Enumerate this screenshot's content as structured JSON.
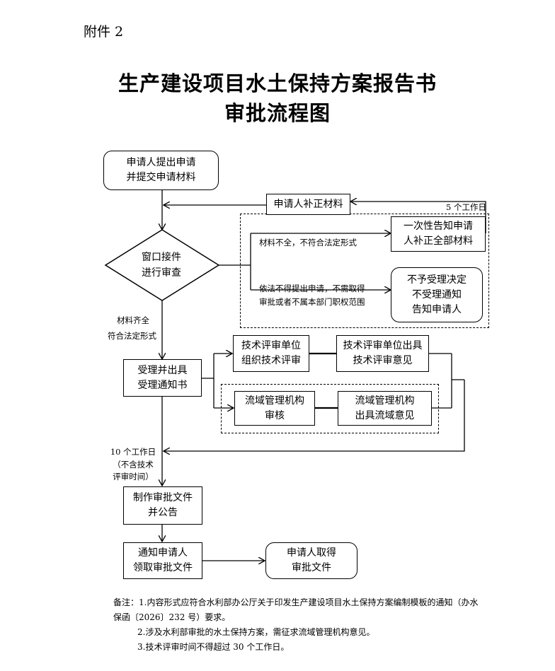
{
  "attachment": "附件 2",
  "title": {
    "line1": "生产建设项目水土保持方案报告书",
    "line2": "审批流程图"
  },
  "nodes": {
    "apply": [
      "申请人提出申请",
      "并提交申请材料"
    ],
    "supplement": "申请人补正材料",
    "window": [
      "窗口接件",
      "进行审查"
    ],
    "notify_once": [
      "一次性告知申请",
      "人补正全部材料"
    ],
    "reject": [
      "不予受理决定",
      "不受理通知",
      "告知申请人"
    ],
    "accept": [
      "受理并出具",
      "受理通知书"
    ],
    "tech_review": [
      "技术评审单位",
      "组织技术评审"
    ],
    "tech_opinion": [
      "技术评审单位出具",
      "技术评审意见"
    ],
    "basin_review": [
      "流域管理机构",
      "审核"
    ],
    "basin_opinion": [
      "流域管理机构",
      "出具流域意见"
    ],
    "make_doc": [
      "制作审批文件",
      "并公告"
    ],
    "notify_applicant": [
      "通知申请人",
      "领取审批文件"
    ],
    "obtain": [
      "申请人取得",
      "审批文件"
    ]
  },
  "labels": {
    "five_days": "5 个工作日",
    "incomplete": "材料不全，不符合法定形式",
    "not_applicable_1": "依法不得提出申请，不需取得",
    "not_applicable_2": "审批或者不属本部门职权范围",
    "complete_1": "材料齐全",
    "complete_2": "符合法定形式",
    "ten_days_1": "10 个工作日",
    "ten_days_2": "（不含技术",
    "ten_days_3": "评审时间）"
  },
  "notes": [
    "备注：1.内容形式应符合水利部办公厅关于印发生产建设项目水土保持方案编制模板的通知（办水",
    "保函〔2026〕232 号）要求。",
    "2.涉及水利部审批的水土保持方案，需征求流域管理机构意见。",
    "3.技术评审时间不得超过 30 个工作日。"
  ]
}
